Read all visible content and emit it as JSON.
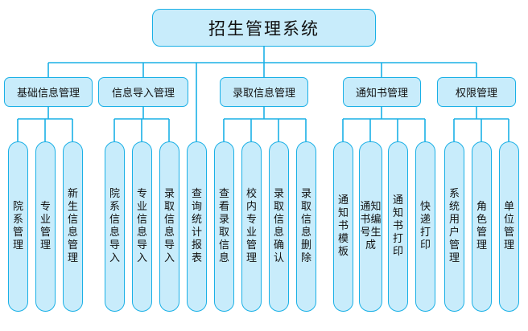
{
  "colors": {
    "box_fill": "#c8ecfb",
    "box_border": "#1ab0e6",
    "connector": "#1ab0e6"
  },
  "root": {
    "label": "招生管理系统"
  },
  "categories": [
    {
      "label": "基础信息管理",
      "children": [
        "院系管理",
        "专业管理",
        "新生信息管理"
      ]
    },
    {
      "label": "信息导入管理",
      "children": [
        "院系信息导入",
        "专业信息导入",
        "录取信息导入"
      ]
    },
    {
      "label": "录取信息管理",
      "children": [
        "查看录取信息",
        "校内专业管理",
        "录取信息确认",
        "录取信息删除"
      ]
    },
    {
      "label": "通知书管理",
      "children": [
        "通知书模板",
        "通知书编号生成",
        "通知书打印",
        "快递打印"
      ]
    },
    {
      "label": "权限管理",
      "children": [
        "系统用户管理",
        "角色管理",
        "单位管理"
      ]
    }
  ],
  "direct_children": [
    "查询统计报表"
  ]
}
